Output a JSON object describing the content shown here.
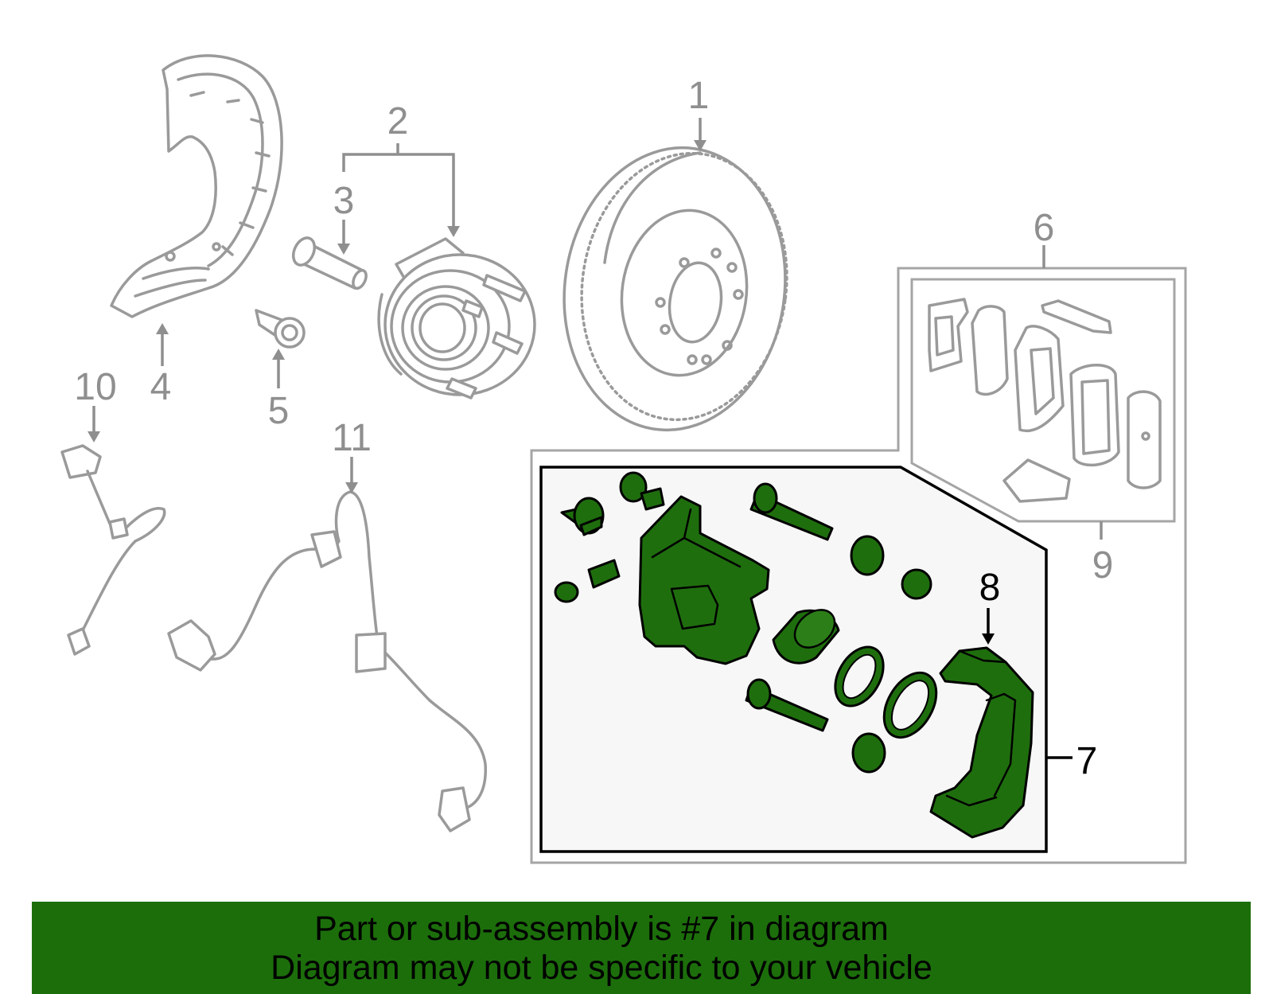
{
  "callouts": {
    "c1": "1",
    "c2": "2",
    "c3": "3",
    "c4": "4",
    "c5": "5",
    "c6": "6",
    "c7": "7",
    "c8": "8",
    "c9": "9",
    "c10": "10",
    "c11": "11"
  },
  "banner": {
    "line1": "Part or sub-assembly is #7 in diagram",
    "line2": "Diagram may not be specific to your vehicle"
  },
  "colors": {
    "highlight_part": "#1f6e0e",
    "banner_background": "#1c6e0b",
    "outline_gray": "#9a9a9a"
  }
}
